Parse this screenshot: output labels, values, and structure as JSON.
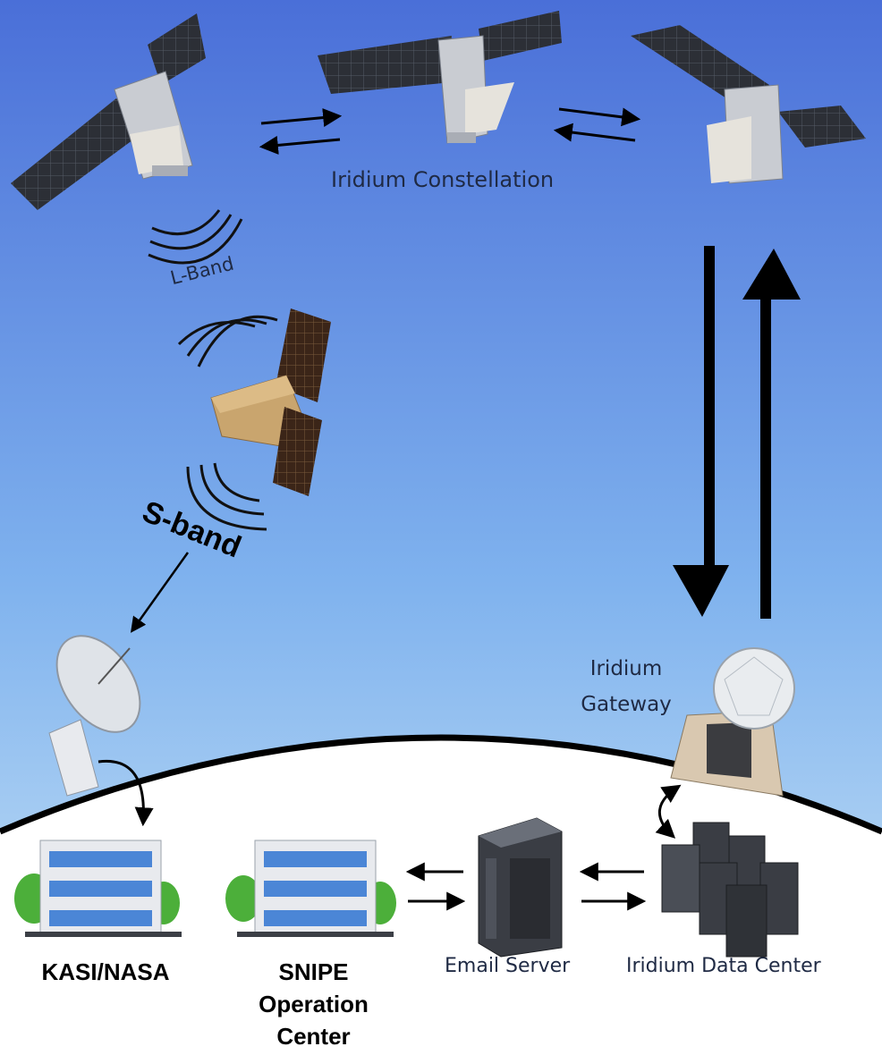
{
  "labels": {
    "constellation": "Iridium Constellation",
    "lband": "L-Band",
    "sband": "S-band",
    "gateway_line1": "Iridium",
    "gateway_line2": "Gateway",
    "kasi": "KASI/NASA",
    "snipe_line1": "SNIPE",
    "snipe_line2": "Operation",
    "snipe_line3": "Center",
    "email": "Email Server",
    "datacenter": "Iridium Data Center"
  },
  "colors": {
    "sky_top": "#4a6fd8",
    "sky_bottom": "#c9e4f6",
    "ground": "#ffffff",
    "horizon": "#000000",
    "arrow": "#000000",
    "building_glass": "#4b86d6",
    "tree": "#4caf3a",
    "solar_panel": "#2c2f36",
    "server": "#3a3d44"
  }
}
